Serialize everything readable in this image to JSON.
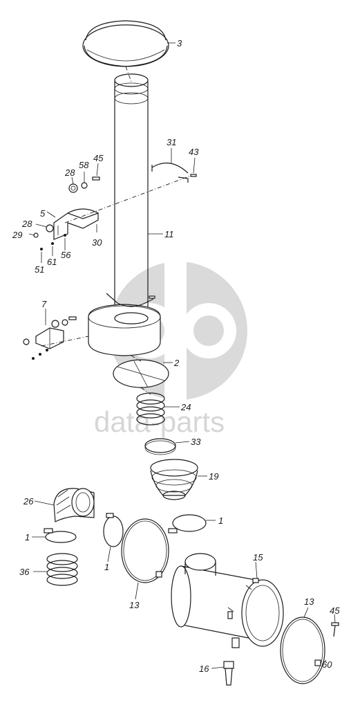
{
  "watermark": {
    "text": "data-parts",
    "color": "#cfcfcf"
  },
  "parts": [
    "3",
    "31",
    "43",
    "45",
    "58",
    "28",
    "5",
    "28",
    "29",
    "30",
    "11",
    "56",
    "61",
    "51",
    "7",
    "2",
    "24",
    "33",
    "19",
    "26",
    "1",
    "1",
    "1",
    "36",
    "13",
    "15",
    "13",
    "45",
    "16",
    "60"
  ]
}
